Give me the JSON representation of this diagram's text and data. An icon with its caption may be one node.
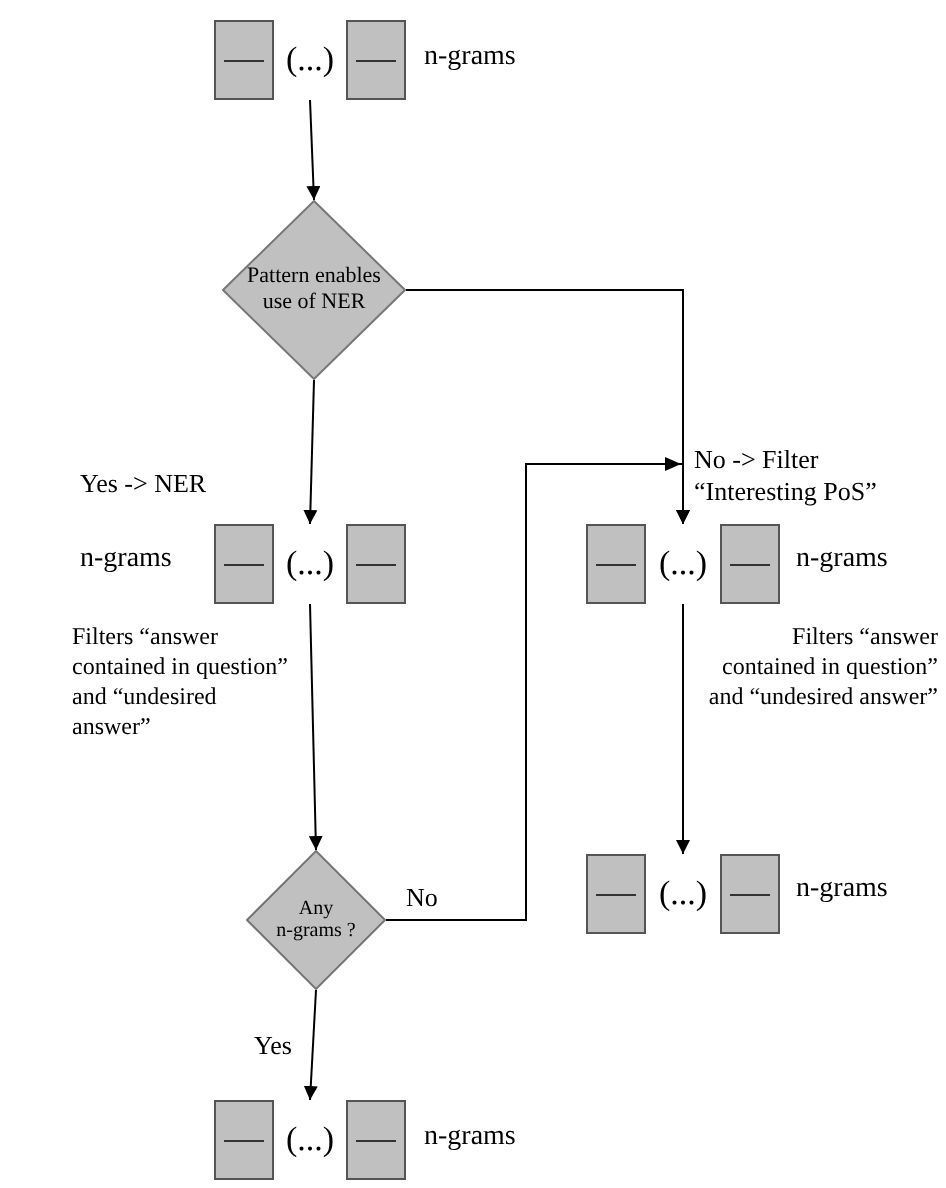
{
  "diagram": {
    "nodes": [
      {
        "text": [],
        "shape": "box"
      },
      {
        "text": [
          "(...)"
        ]
      },
      {
        "text": [],
        "shape": "box",
        "beside": [
          "n-grams"
        ]
      },
      {
        "text": [
          "Pattern enables use of NER"
        ]
      },
      {
        "text": [],
        "shape": "box",
        "beside": [
          "n-grams"
        ]
      },
      {
        "text": [
          "(...)"
        ]
      },
      {
        "text": [],
        "shape": "box"
      },
      {
        "text": [],
        "shape": "box"
      },
      {
        "text": [
          "(...)"
        ]
      },
      {
        "text": [],
        "shape": "box",
        "beside": [
          "n-grams"
        ]
      },
      {
        "text": [
          "Any n-grams ?"
        ]
      },
      {
        "text": [],
        "shape": "box"
      },
      {
        "text": [
          "(...)"
        ]
      },
      {
        "text": [],
        "shape": "box",
        "beside": [
          "n-grams"
        ]
      },
      {
        "text": [],
        "shape": "box"
      },
      {
        "text": [
          "(...)"
        ]
      },
      {
        "text": [],
        "shape": "box",
        "beside": [
          "n-grams"
        ]
      }
    ],
    "edges": [
      {
        "from": 1,
        "to": 3,
        "arrow": "to"
      },
      {
        "from": 3,
        "to": 5,
        "arrow": "to",
        "label": "Yes -> NER"
      },
      {
        "from": 3,
        "to": 8,
        "arrow": "to",
        "label": "No -> Filter “Interesting PoS”"
      },
      {
        "from": 5,
        "to": 10,
        "arrow": "to"
      },
      {
        "from": 8,
        "to": 12,
        "arrow": "to"
      },
      {
        "from": 10,
        "to": 8,
        "arrow": "to",
        "label": "No"
      },
      {
        "from": 10,
        "to": 15,
        "arrow": "to",
        "label": "Yes"
      }
    ],
    "labels": [
      "Filters “answer contained in question” and “undesired answer”",
      "Filters “answer contained in question” and “undesired answer”"
    ]
  }
}
